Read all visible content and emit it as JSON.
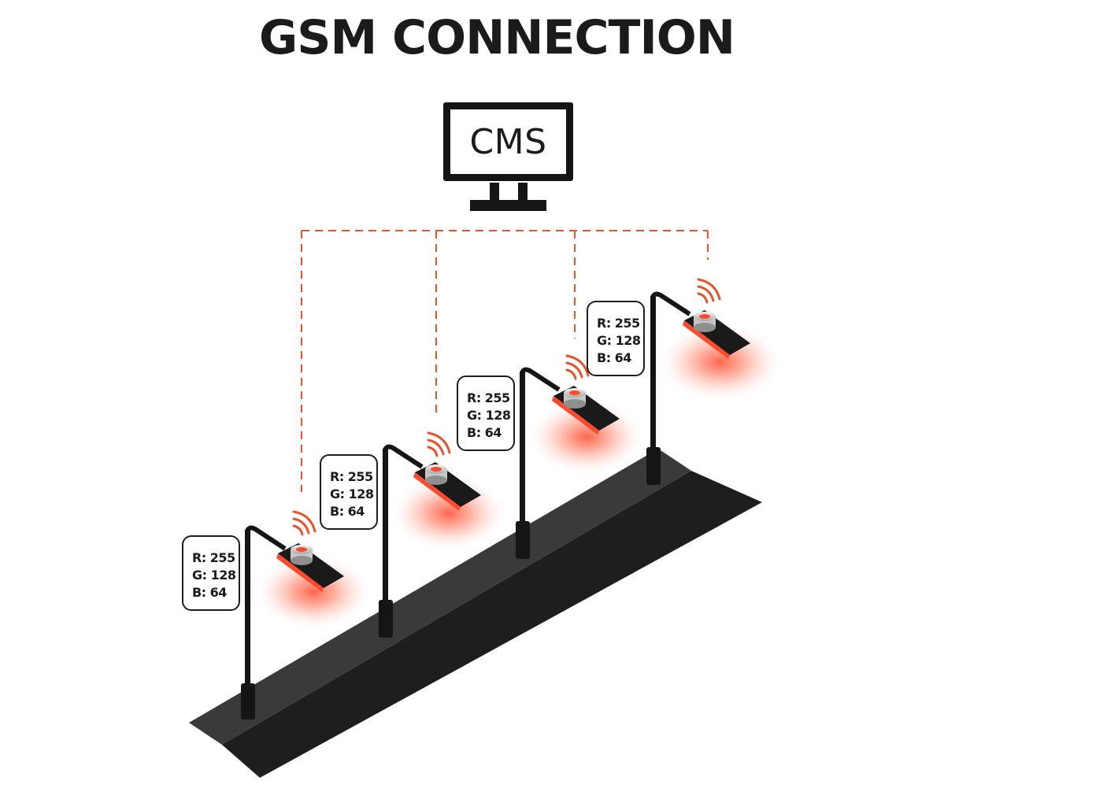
{
  "title": "GSM CONNECTION",
  "cms": {
    "label": "CMS",
    "icon": "monitor-icon"
  },
  "colors": {
    "text": "#1b1b1b",
    "road": "#1e1e1e",
    "road_shoulder": "#3a3a3a",
    "pole": "#151515",
    "connection_line": "#e2562e",
    "lamp_glow": "#ff5a3c",
    "signal": "#e2562e"
  },
  "lamps": [
    {
      "name": "lamp-1",
      "signal_icon": "wifi-signal-icon",
      "rgb": {
        "r": "R: 255",
        "g": "G: 128",
        "b": "B: 64"
      }
    },
    {
      "name": "lamp-2",
      "signal_icon": "wifi-signal-icon",
      "rgb": {
        "r": "R: 255",
        "g": "G: 128",
        "b": "B: 64"
      }
    },
    {
      "name": "lamp-3",
      "signal_icon": "wifi-signal-icon",
      "rgb": {
        "r": "R: 255",
        "g": "G: 128",
        "b": "B: 64"
      }
    },
    {
      "name": "lamp-4",
      "signal_icon": "wifi-signal-icon",
      "rgb": {
        "r": "R: 255",
        "g": "G: 128",
        "b": "B: 64"
      }
    }
  ]
}
